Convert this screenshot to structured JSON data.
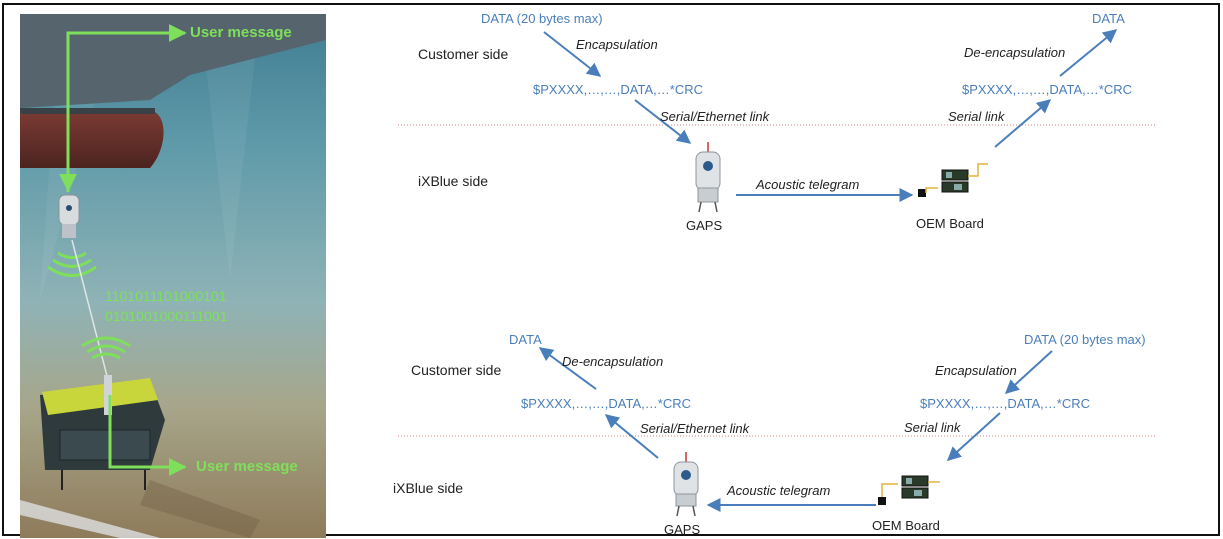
{
  "underwater_scene": {
    "user_message_top": "User message",
    "user_message_bottom": "User message",
    "bits_line1": "1101011101000101",
    "bits_line2": "0101001000111001"
  },
  "top_diagram": {
    "customer_side": "Customer  side",
    "ixblue_side": "iXBlue side",
    "data_in": "DATA (20 bytes max)",
    "encapsulation": "Encapsulation",
    "frame_left": "$PXXXX,…,…,DATA,…*CRC",
    "serial_ethernet_link": "Serial/Ethernet link",
    "gaps": "GAPS",
    "acoustic_telegram": "Acoustic telegram",
    "oem_board": "OEM Board",
    "serial_link": "Serial link",
    "frame_right": "$PXXXX,…,…,DATA,…*CRC",
    "de_encapsulation": "De-encapsulation",
    "data_out": "DATA"
  },
  "bottom_diagram": {
    "customer_side": "Customer  side",
    "ixblue_side": "iXBlue side",
    "data_out": "DATA",
    "de_encapsulation": "De-encapsulation",
    "frame_left": "$PXXXX,…,…,DATA,…*CRC",
    "serial_ethernet_link": "Serial/Ethernet link",
    "gaps": "GAPS",
    "acoustic_telegram": "Acoustic telegram",
    "oem_board": "OEM Board",
    "serial_link": "Serial link",
    "frame_right": "$PXXXX,…,…,DATA,…*CRC",
    "encapsulation": "Encapsulation",
    "data_in": "DATA (20 bytes max)"
  },
  "colors": {
    "arrow_blue": "#4a7ebb",
    "data_text_blue": "#4a7ebb",
    "separator_red": "#d08080",
    "signal_green": "#7ee05a"
  }
}
